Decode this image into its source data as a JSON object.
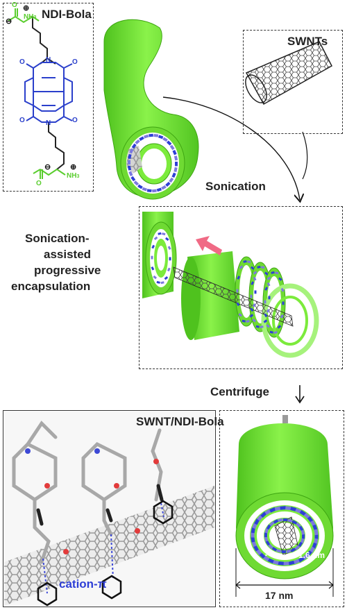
{
  "labels": {
    "ndi_bola": "NDI-Bola",
    "swnts": "SWNTs",
    "sonication": "Sonication",
    "sonication_assisted": "Sonication-",
    "assisted": "assisted",
    "progressive": "progressive",
    "encapsulation": "encapsulation",
    "centrifuge": "Centrifuge",
    "swnt_ndi_bola": "SWNT/NDI-Bola",
    "cation_pi": "cation-π",
    "diameter_inner": "1.6 nm",
    "diameter_outer": "17 nm",
    "chem_nh3": "NH",
    "chem_sub3": "3",
    "chem_o": "O",
    "chem_n": "N",
    "chem_plus": "⊕",
    "chem_minus": "⊖"
  },
  "colors": {
    "green": "#7CEB3C",
    "green_dark": "#4FC21E",
    "blue": "#2E3FD6",
    "purple": "#7B78E0",
    "pink": "#F06A85",
    "text": "#222222",
    "chem_green": "#5ACD2E",
    "chem_blue": "#2A3FCB"
  }
}
